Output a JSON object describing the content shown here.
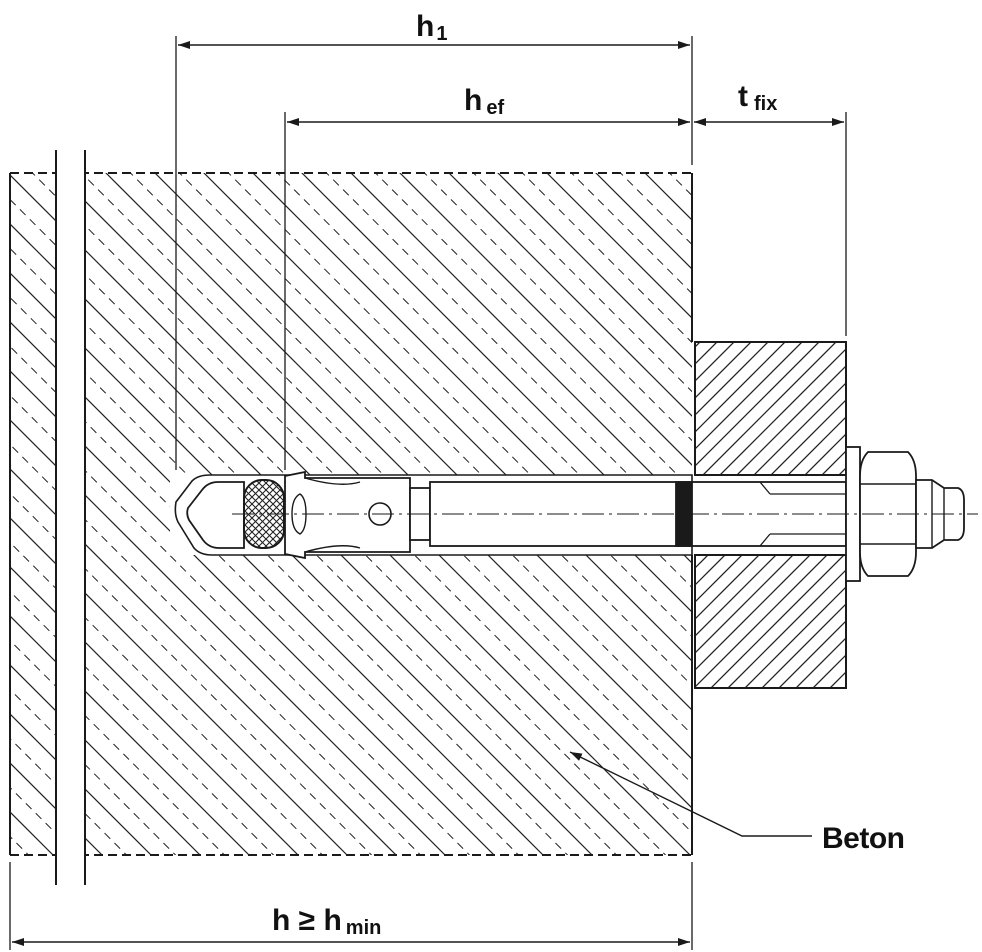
{
  "diagram": {
    "dimensions": {
      "h1": {
        "main": "h",
        "sub": "1"
      },
      "hef": {
        "main": "h",
        "sub": "ef"
      },
      "tfix": {
        "main": "t",
        "sub": "fix"
      },
      "h": {
        "main": "h ≥ h",
        "sub": "min"
      }
    },
    "material_label": "Beton",
    "colors": {
      "line": "#1a1a1a",
      "background": "#ffffff",
      "filler": "#808080"
    }
  }
}
